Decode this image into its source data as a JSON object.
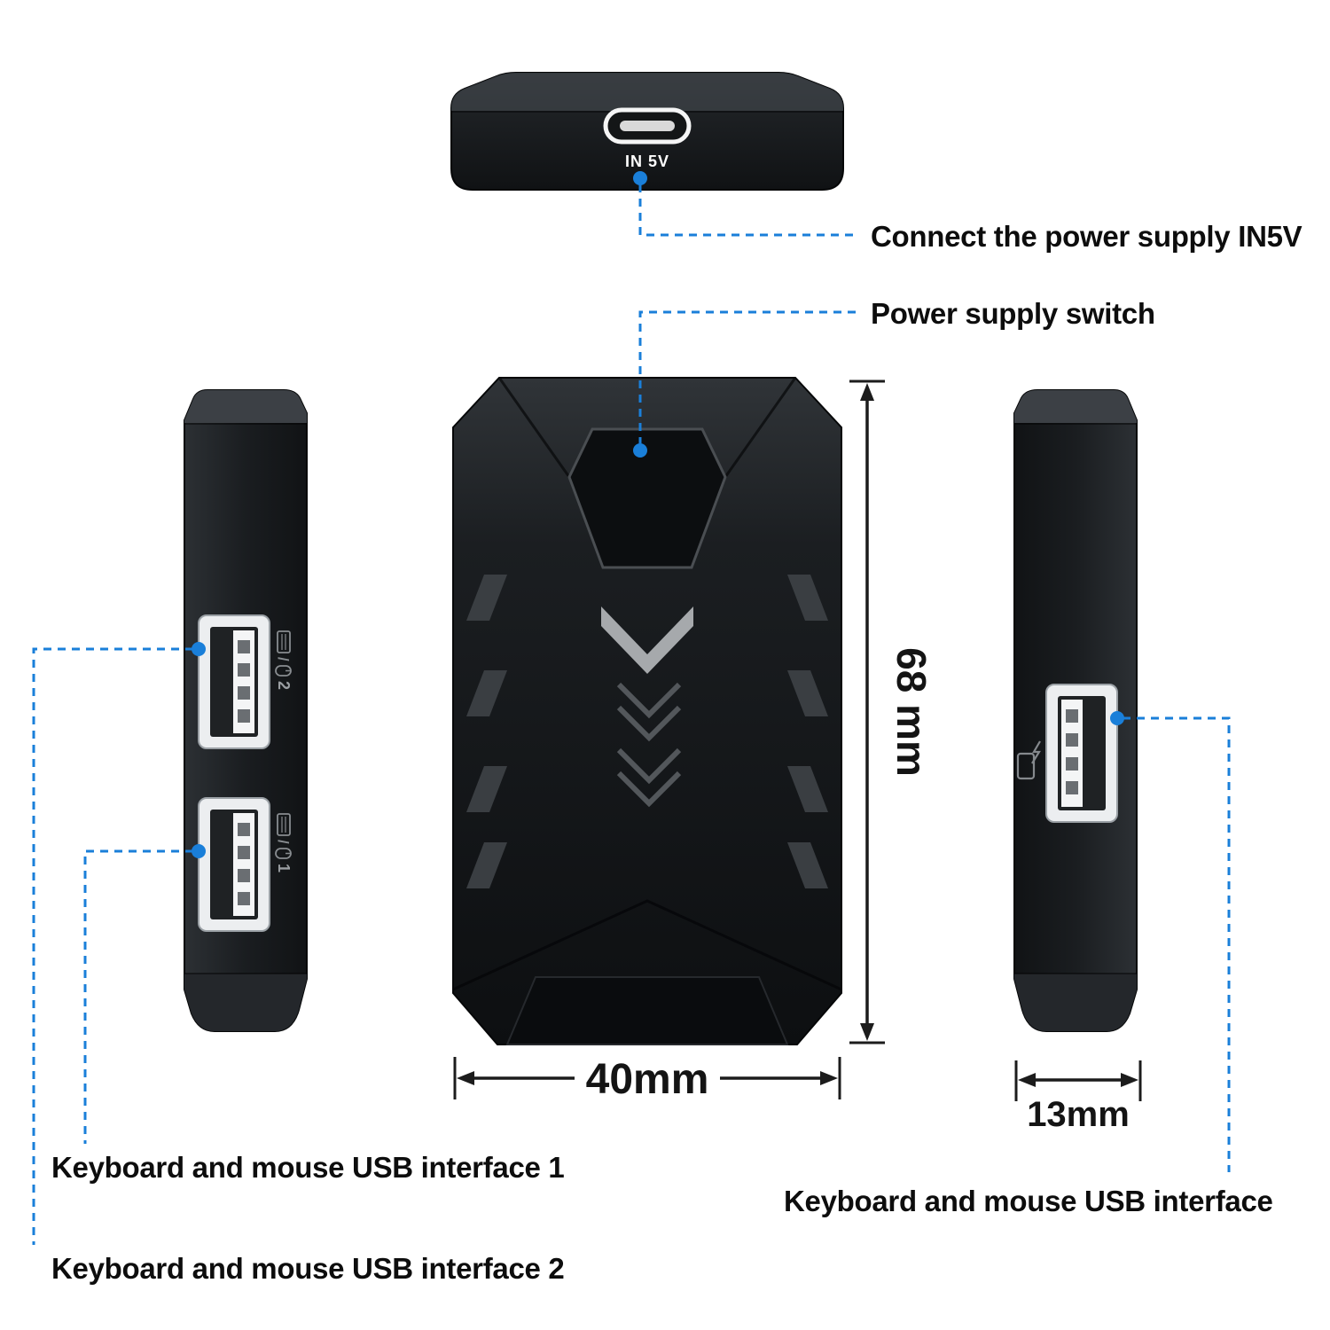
{
  "colors": {
    "accent_blue": "#1a7fd9",
    "device_dark": "#17191c",
    "label_text": "#0d0d0d"
  },
  "annotations": {
    "power_supply": "Connect the power supply IN5V",
    "power_switch": "Power supply switch",
    "usb_interface_1": "Keyboard and mouse USB interface 1",
    "usb_interface_2": "Keyboard and mouse USB interface 2",
    "usb_interface_side": "Keyboard and mouse USB interface"
  },
  "device": {
    "top_port_label": "IN 5V",
    "left_port_top_number": "2",
    "left_port_bottom_number": "1"
  },
  "dimensions": {
    "height": "68 mm",
    "width": "40mm",
    "depth": "13mm"
  }
}
